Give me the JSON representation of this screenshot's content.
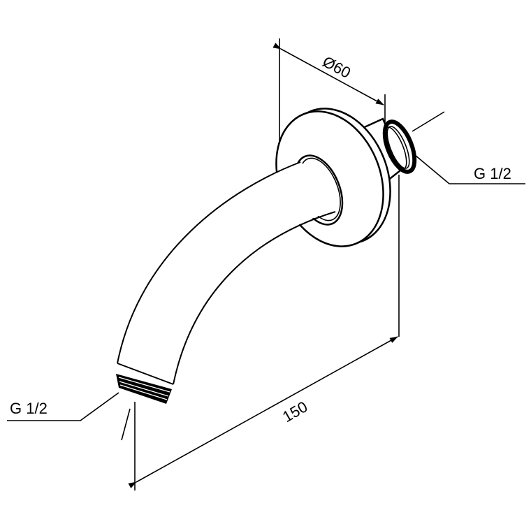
{
  "drawing": {
    "diameter_label": "Ø60",
    "length_label": "150",
    "thread_right_label": "G 1/2",
    "thread_left_label": "G 1/2"
  },
  "colors": {
    "line": "#000000",
    "background": "#ffffff"
  }
}
